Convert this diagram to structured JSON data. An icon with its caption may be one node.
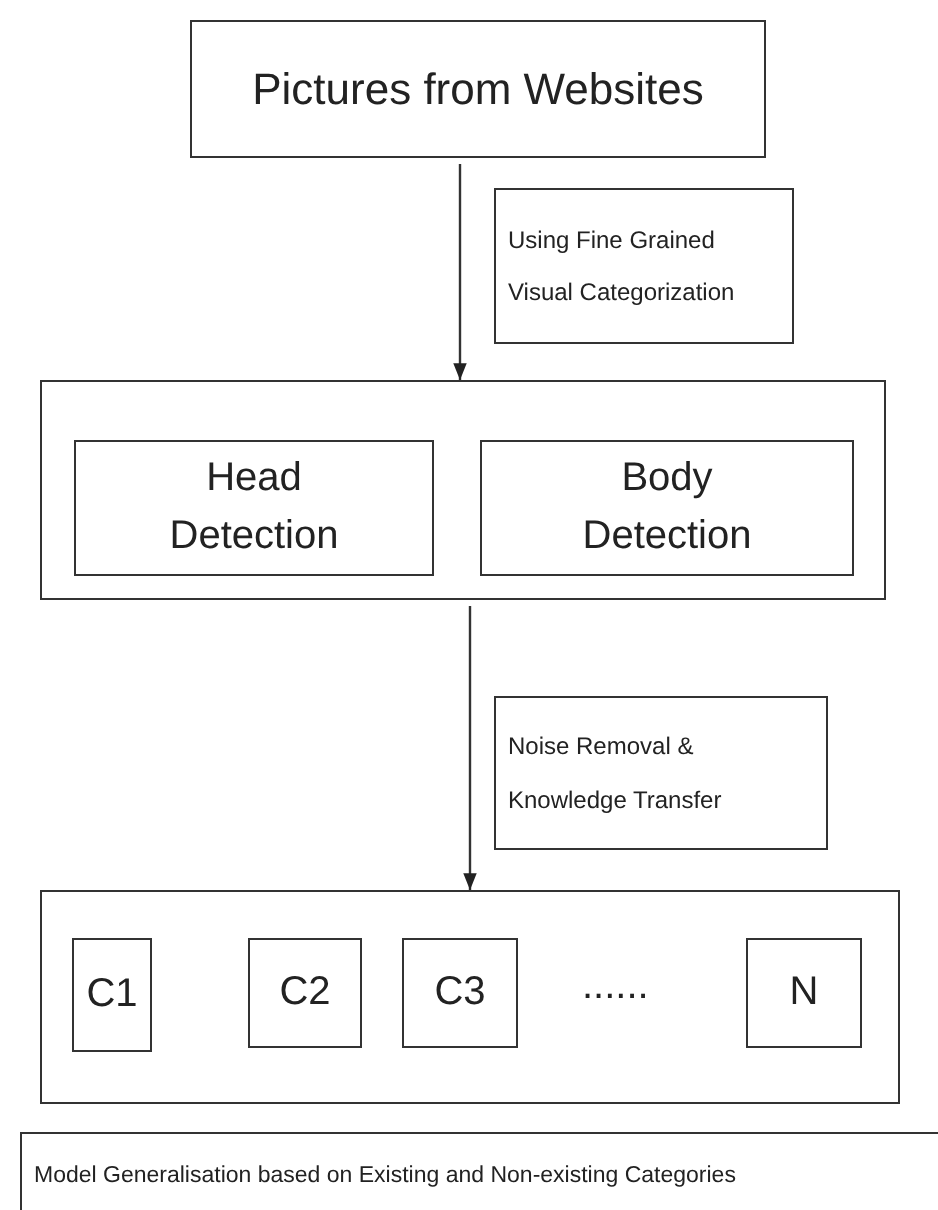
{
  "diagram": {
    "nodes": [
      {
        "text": [
          "Pictures from Websites"
        ]
      },
      {
        "text": [
          "Using Fine Grained Visual Categorization"
        ]
      },
      {
        "text": [],
        "shape": "box"
      },
      {
        "text": [
          "Head Detection"
        ],
        "in": 2
      },
      {
        "text": [
          "Body Detection"
        ],
        "in": 2
      },
      {
        "text": [
          "Noise Removal & Knowledge Transfer"
        ]
      },
      {
        "text": [],
        "shape": "box"
      },
      {
        "text": [
          "C1"
        ],
        "in": 6
      },
      {
        "text": [
          "C2"
        ],
        "in": 6
      },
      {
        "text": [
          "C3"
        ],
        "in": 6
      },
      {
        "text": [
          "N"
        ],
        "in": 6
      },
      {
        "text": [
          "Model Generalisation based on Existing and Non-existing Categories"
        ]
      }
    ],
    "edges": [
      {
        "from": 0,
        "to": 2,
        "arrow": "to"
      },
      {
        "from": 2,
        "to": 6,
        "arrow": "to"
      }
    ],
    "labels": [
      "......"
    ]
  }
}
